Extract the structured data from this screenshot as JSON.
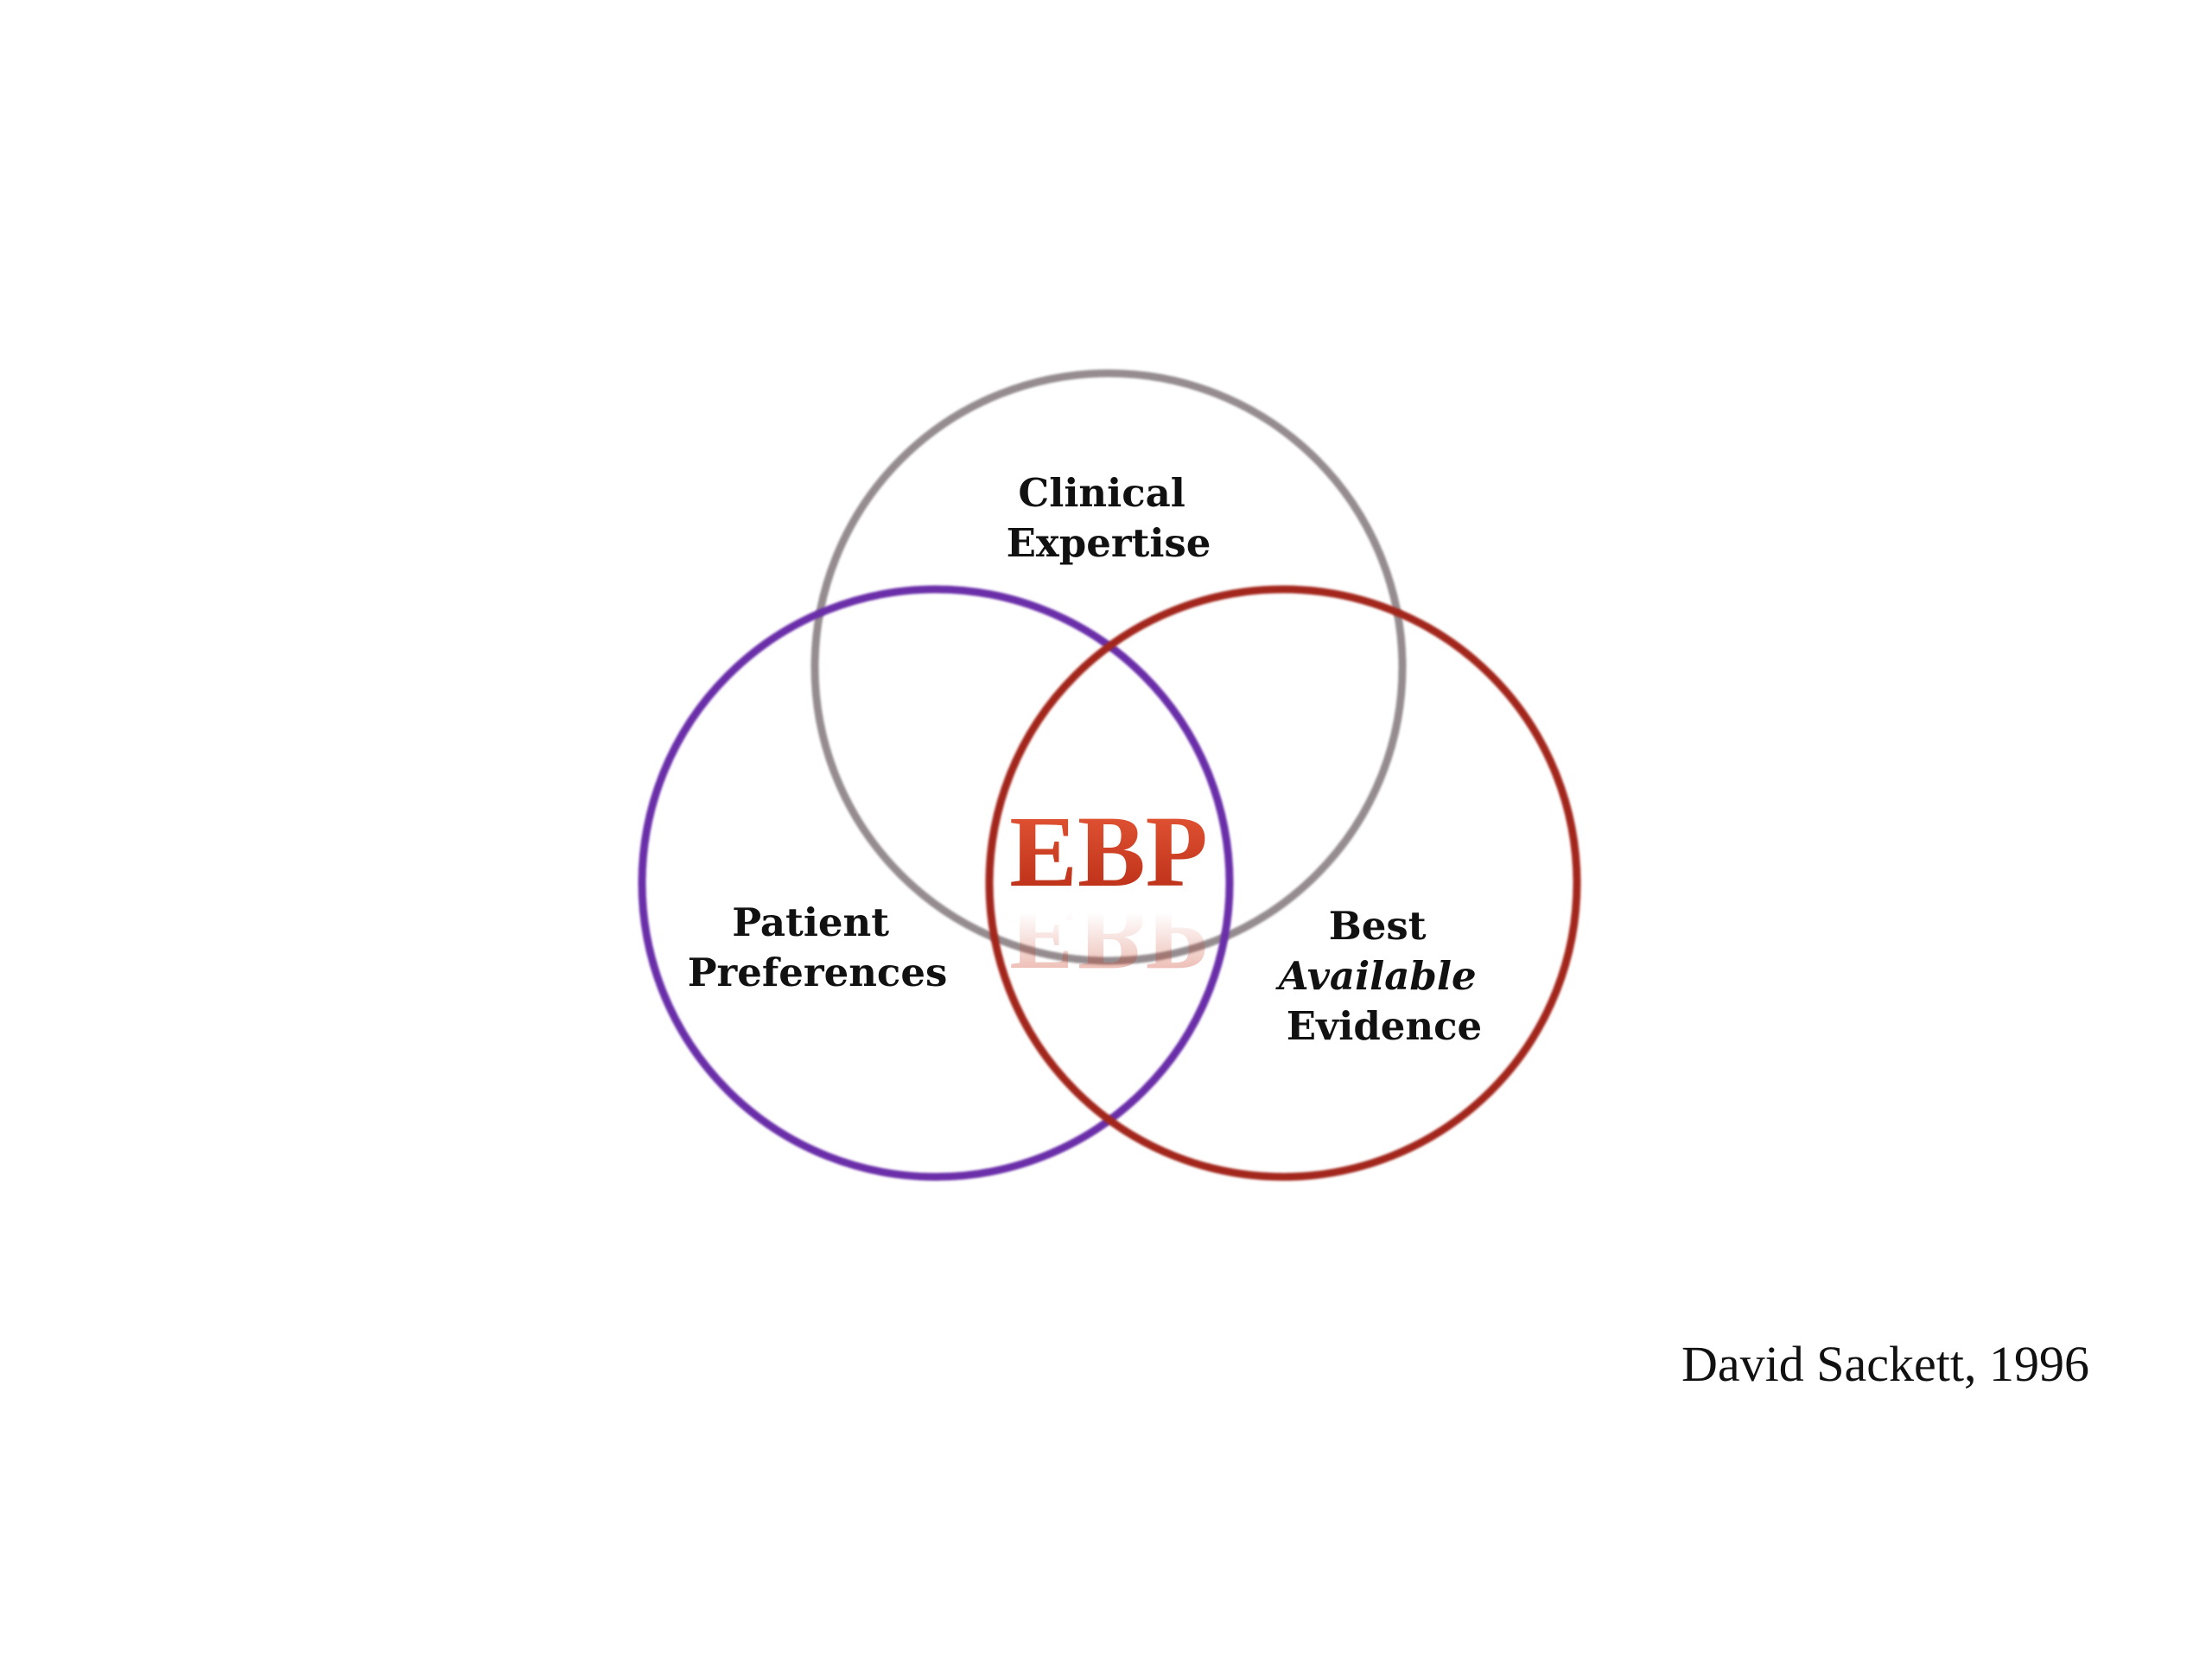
{
  "diagram": {
    "circles": [
      {
        "key": "clinical",
        "lines": [
          "Clinical",
          "Expertise"
        ],
        "color": "#958c8f"
      },
      {
        "key": "patient",
        "lines": [
          "Patient",
          "Preferences"
        ],
        "color": "#6a2fa9"
      },
      {
        "key": "evidence",
        "lines": [
          "Best",
          "Available",
          "Evidence"
        ],
        "color": "#a3271e"
      }
    ],
    "center_label": "EBP",
    "center_color": "#cc3a1f"
  },
  "citation": "David Sackett, 1996"
}
